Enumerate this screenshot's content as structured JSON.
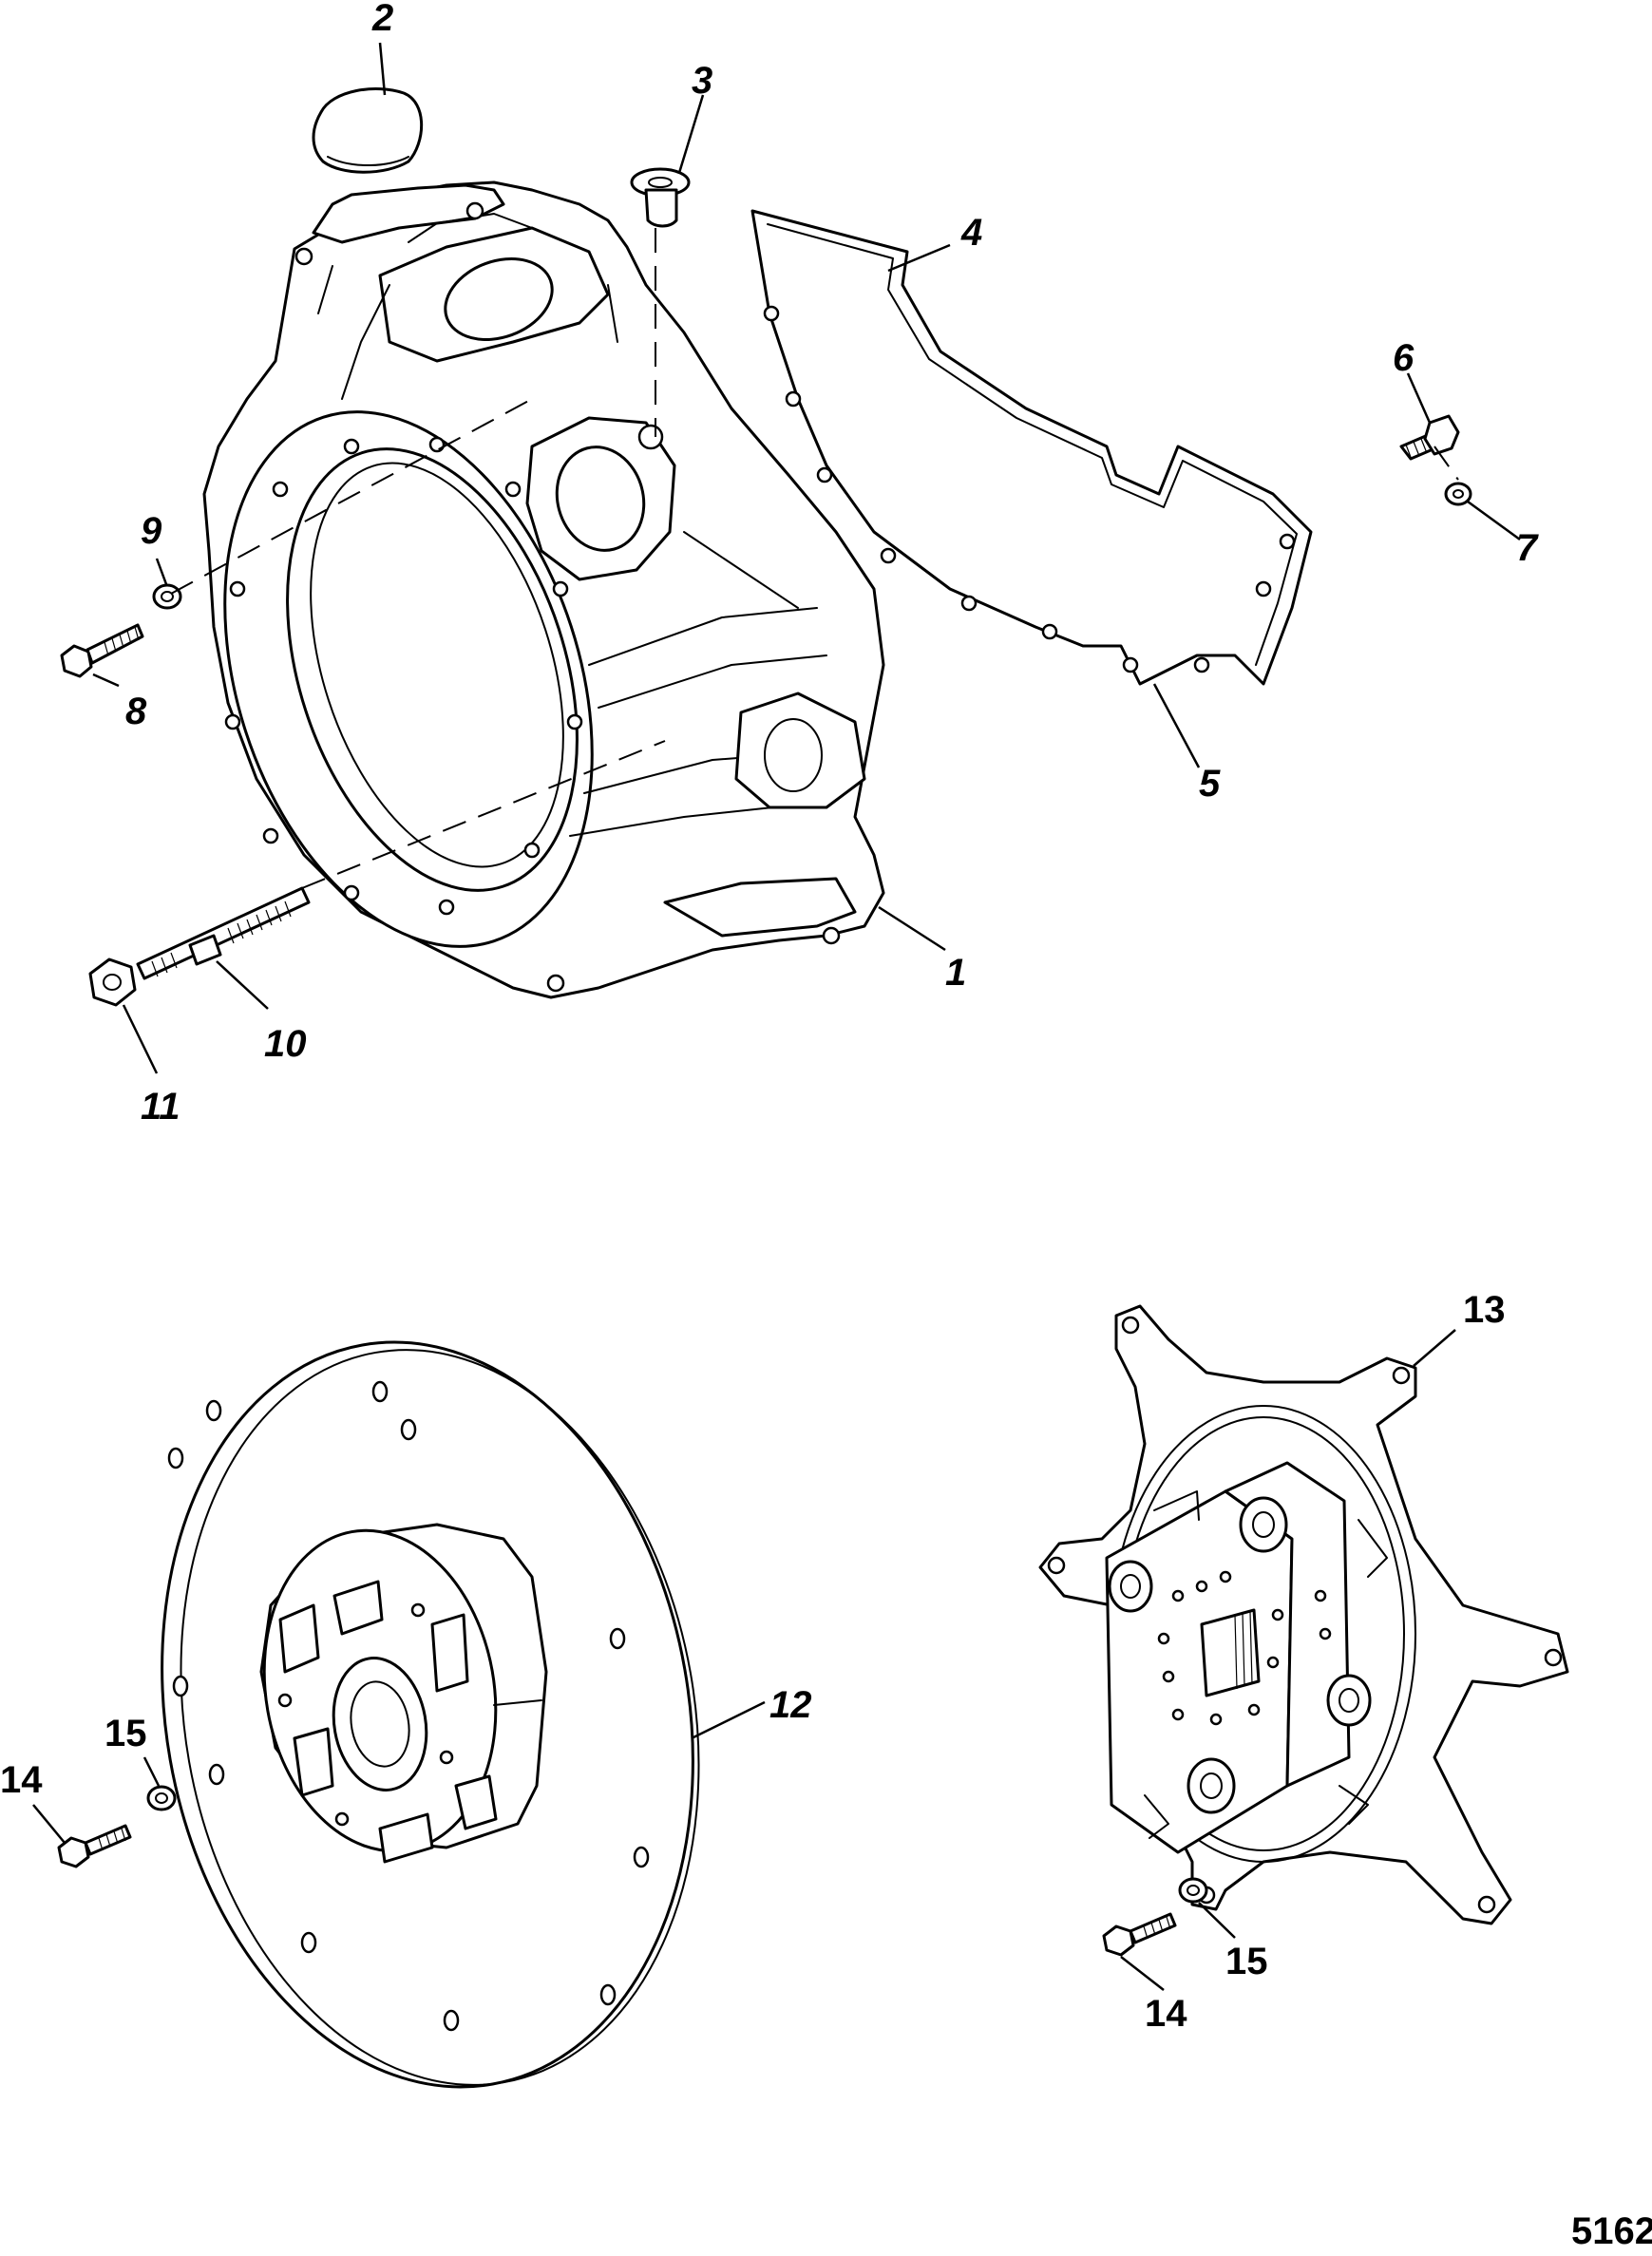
{
  "figure_number": "5162",
  "callouts": {
    "c1": "1",
    "c2": "2",
    "c3": "3",
    "c4": "4",
    "c5": "5",
    "c6": "6",
    "c7": "7",
    "c8": "8",
    "c9": "9",
    "c10": "10",
    "c11": "11",
    "c12": "12",
    "c13": "13",
    "c14a": "14",
    "c15a": "15",
    "c14b": "14",
    "c15b": "15"
  }
}
